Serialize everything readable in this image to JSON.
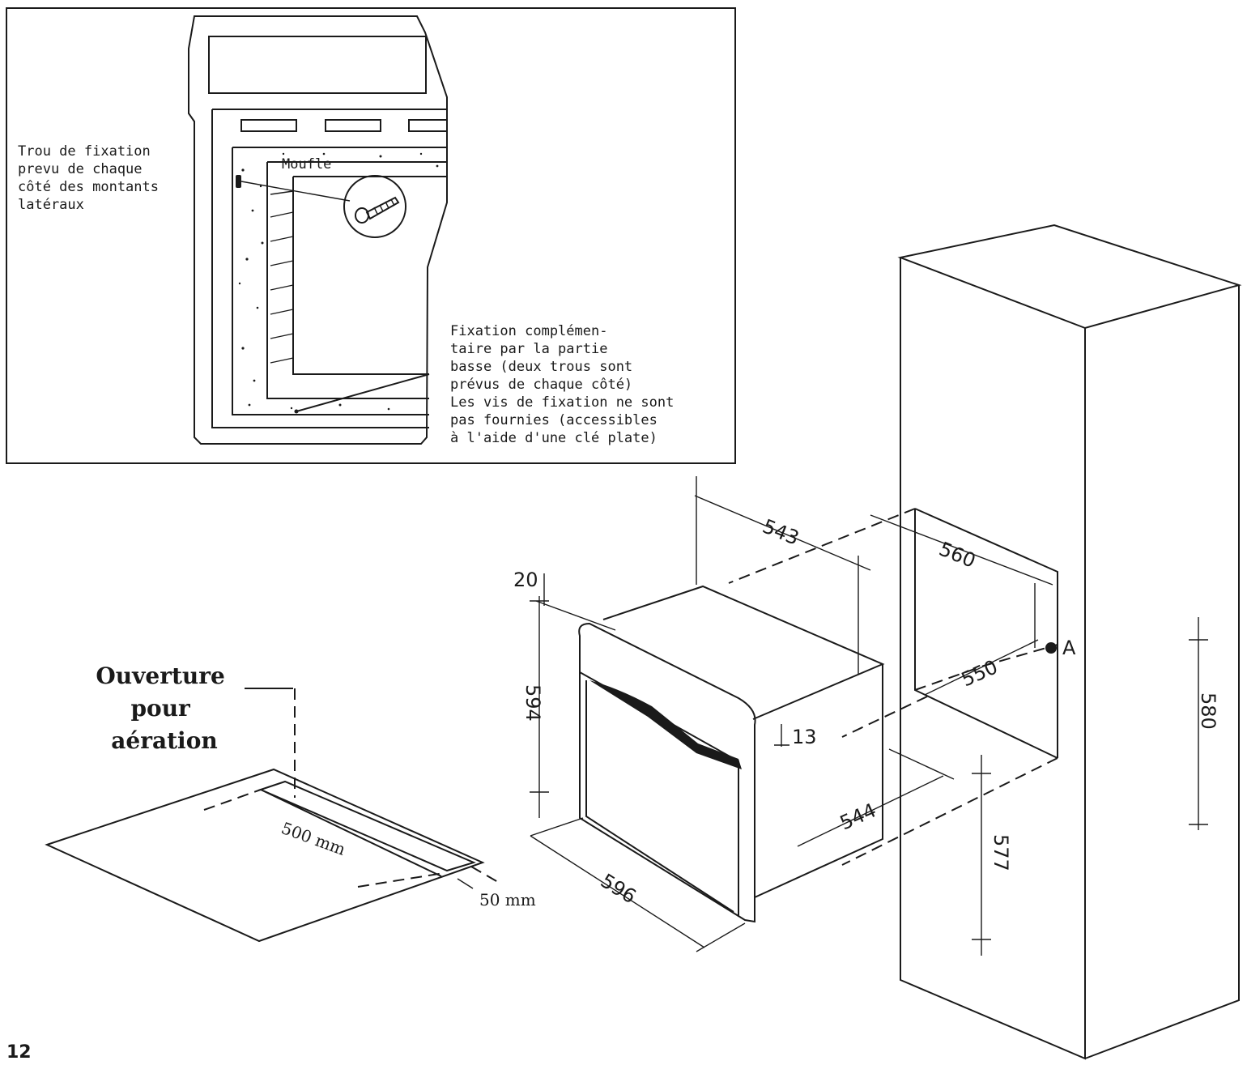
{
  "inset": {
    "note_left": [
      "Trou de fixation",
      "prevu de chaque",
      "côté des montants",
      "latéraux"
    ],
    "label_moufle": "Moufle",
    "note_bottom": [
      "Fixation complémen-",
      "taire par la partie",
      "basse (deux trous sont",
      "prévus de chaque côté)",
      "Les vis de fixation ne sont",
      "pas fournies (accessibles",
      "à l'aide d'une clé plate)"
    ]
  },
  "ventilation": {
    "title": [
      "Ouverture",
      "pour",
      "aération"
    ],
    "dim_length": "500 mm",
    "dim_width": "50 mm"
  },
  "dimensions": {
    "depth_oven": "543",
    "depth_niche": "560",
    "front_thickness": "20",
    "oven_height": "594",
    "niche_inner_depth": "550",
    "point_a": "A",
    "panel_gap": "13",
    "oven_width": "596",
    "body_width": "544",
    "niche_height": "577",
    "cabinet_height": "580"
  },
  "page": {
    "number": "12"
  }
}
